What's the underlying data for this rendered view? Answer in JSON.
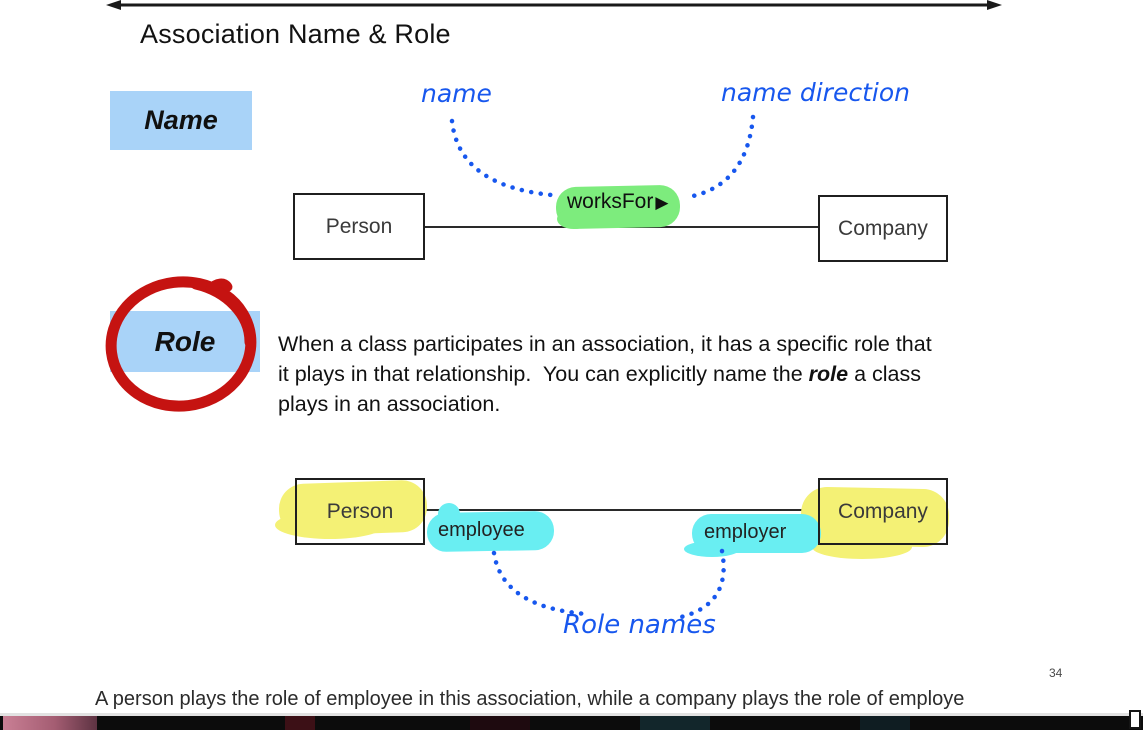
{
  "slide": {
    "title": "Association Name & Role",
    "page_number": "34",
    "caption": "A person plays the role of employee in this association, while a company plays the role of employe"
  },
  "name_section": {
    "label": "Name",
    "annotation_name": "name",
    "annotation_direction": "name direction",
    "class_left": "Person",
    "class_right": "Company",
    "association_label": "worksFor",
    "direction_arrow": "▶"
  },
  "role_section": {
    "label": "Role",
    "description": {
      "line1": "When a class participates in an association, it has a specific role that",
      "line2_pre": "it plays in that relationship.  You can explicitly name the ",
      "line2_bold": "role",
      "line2_post": " a class",
      "line3": "plays in an association."
    },
    "class_left": "Person",
    "class_right": "Company",
    "role_left": "employee",
    "role_right": "employer",
    "annotation": "Role names"
  },
  "colors": {
    "label_box_blue": "#a9d3f8",
    "annotation_blue": "#1757ee",
    "highlight_green": "#7dec7d",
    "highlight_yellow": "#f4f175",
    "highlight_cyan": "#69eef2",
    "marker_red": "#c51311"
  }
}
